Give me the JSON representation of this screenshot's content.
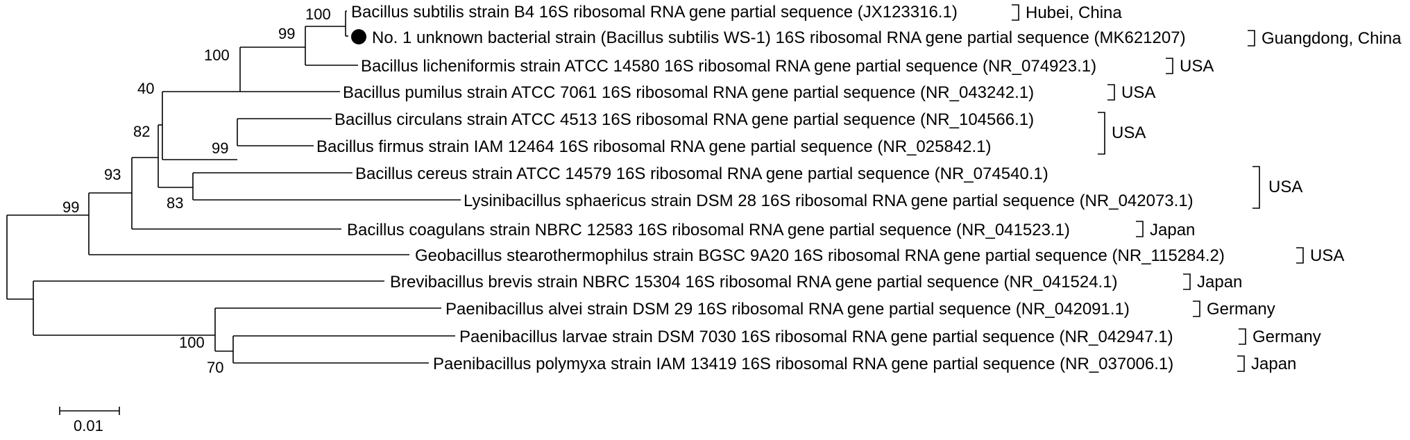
{
  "taxa": [
    {
      "id": "t1",
      "label": "Bacillus subtilis strain B4 16S ribosomal RNA gene partial sequence (JX123316.1)"
    },
    {
      "id": "t2",
      "label": "No. 1 unknown bacterial strain (Bacillus subtilis WS-1) 16S ribosomal RNA gene partial sequence (MK621207)",
      "marker": "filled-circle"
    },
    {
      "id": "t3",
      "label": "Bacillus licheniformis strain ATCC 14580 16S ribosomal RNA gene partial sequence (NR_074923.1)"
    },
    {
      "id": "t4",
      "label": "Bacillus pumilus strain ATCC 7061 16S ribosomal RNA gene partial sequence (NR_043242.1)"
    },
    {
      "id": "t5",
      "label": "Bacillus circulans strain ATCC 4513 16S ribosomal RNA gene partial sequence (NR_104566.1)"
    },
    {
      "id": "t6",
      "label": "Bacillus firmus strain IAM 12464 16S ribosomal RNA gene partial sequence (NR_025842.1)"
    },
    {
      "id": "t7",
      "label": "Bacillus cereus strain ATCC 14579 16S ribosomal RNA gene partial sequence (NR_074540.1)"
    },
    {
      "id": "t8",
      "label": "Lysinibacillus sphaericus strain DSM 28 16S ribosomal RNA gene partial sequence (NR_042073.1)"
    },
    {
      "id": "t9",
      "label": "Bacillus coagulans strain NBRC 12583 16S ribosomal RNA gene partial sequence (NR_041523.1)"
    },
    {
      "id": "t10",
      "label": "Geobacillus stearothermophilus strain BGSC 9A20 16S ribosomal RNA gene partial sequence (NR_115284.2)"
    },
    {
      "id": "t11",
      "label": "Brevibacillus brevis strain NBRC 15304 16S ribosomal RNA gene partial sequence (NR_041524.1)"
    },
    {
      "id": "t12",
      "label": "Paenibacillus alvei strain DSM 29 16S ribosomal RNA gene partial sequence (NR_042091.1)"
    },
    {
      "id": "t13",
      "label": "Paenibacillus larvae strain DSM 7030 16S ribosomal RNA gene partial sequence (NR_042947.1)"
    },
    {
      "id": "t14",
      "label": "Paenibacillus polymyxa strain IAM 13419 16S ribosomal RNA gene partial sequence (NR_037006.1)"
    }
  ],
  "support_values": [
    "100",
    "99",
    "100",
    "40",
    "99",
    "82",
    "83",
    "93",
    "99",
    "100",
    "70"
  ],
  "origins": [
    {
      "taxa": [
        "t1"
      ],
      "label": "Hubei, China"
    },
    {
      "taxa": [
        "t2"
      ],
      "label": "Guangdong, China"
    },
    {
      "taxa": [
        "t3"
      ],
      "label": "USA"
    },
    {
      "taxa": [
        "t4"
      ],
      "label": "USA"
    },
    {
      "taxa": [
        "t5",
        "t6"
      ],
      "label": "USA"
    },
    {
      "taxa": [
        "t7",
        "t8"
      ],
      "label": "USA"
    },
    {
      "taxa": [
        "t9"
      ],
      "label": "Japan"
    },
    {
      "taxa": [
        "t10"
      ],
      "label": "USA"
    },
    {
      "taxa": [
        "t11"
      ],
      "label": "Japan"
    },
    {
      "taxa": [
        "t12"
      ],
      "label": "Germany"
    },
    {
      "taxa": [
        "t13"
      ],
      "label": "Germany"
    },
    {
      "taxa": [
        "t14"
      ],
      "label": "Japan"
    }
  ],
  "scale_bar": {
    "label": "0.01"
  }
}
